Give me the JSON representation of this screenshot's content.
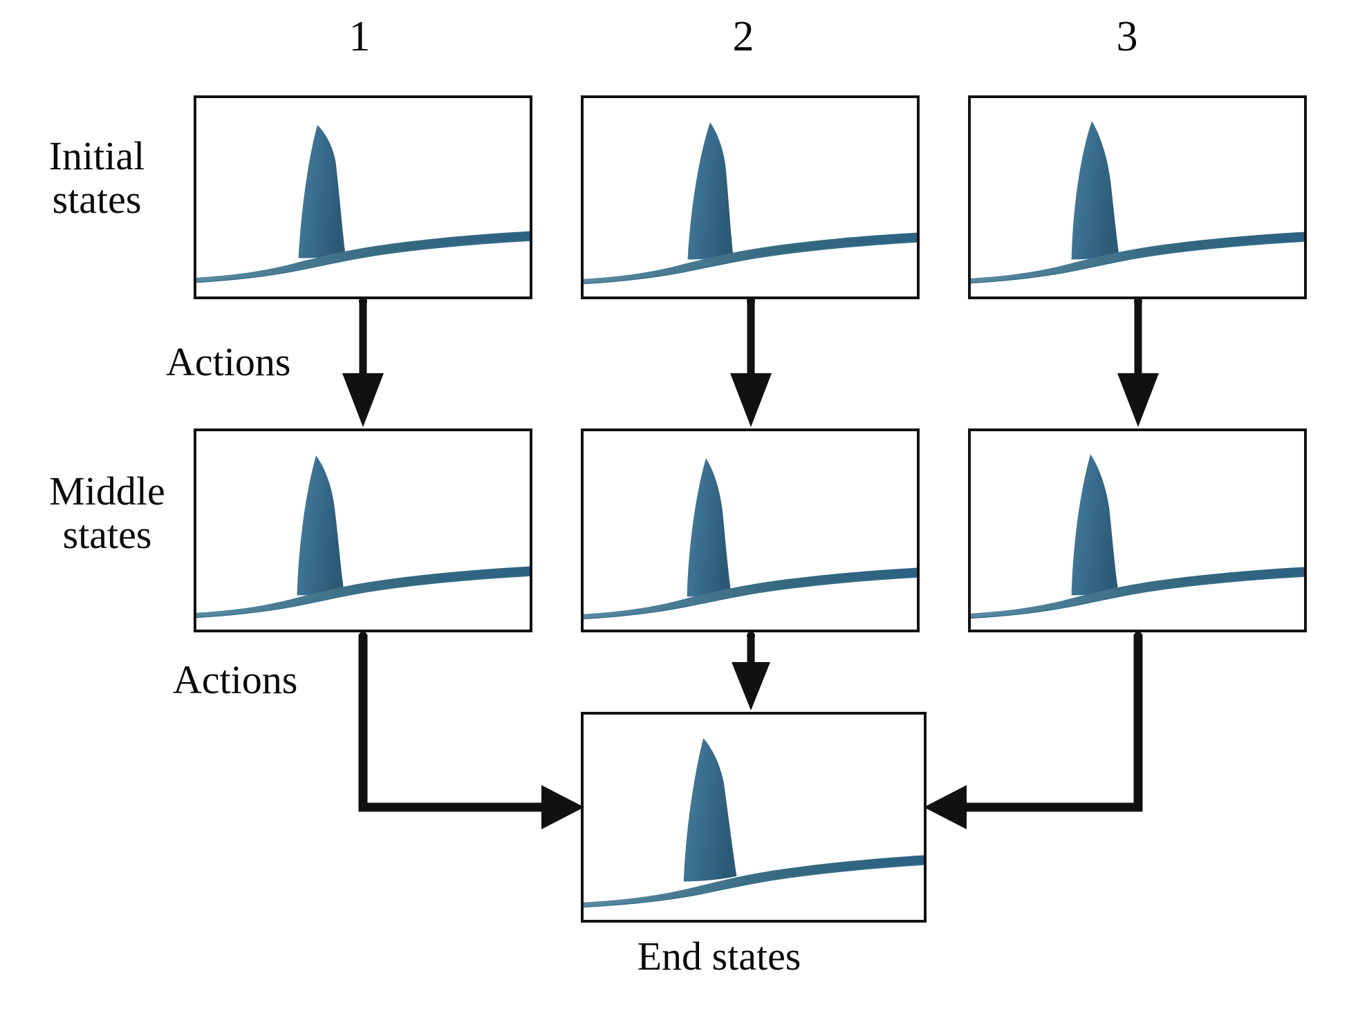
{
  "figure": {
    "type": "flow-diagram",
    "background_color": "#ffffff",
    "line_color": "#111111",
    "wave_color_light": "#4a7f9e",
    "wave_color_dark": "#2c5974",
    "wave_color_mid": "#3a6f92"
  },
  "column_headers": [
    {
      "id": "col-1",
      "label": "1"
    },
    {
      "id": "col-2",
      "label": "2"
    },
    {
      "id": "col-3",
      "label": "3"
    }
  ],
  "row_labels": {
    "initial": "Initial\nstates",
    "middle": "Middle\nstates",
    "end": "End states"
  },
  "action_labels": [
    {
      "id": "actions-initial-to-middle",
      "label": "Actions"
    },
    {
      "id": "actions-middle-to-end",
      "label": "Actions"
    }
  ],
  "panels": {
    "initial": [
      {
        "id": "initial-state-1",
        "column": "1",
        "content": "wave-fin-plot"
      },
      {
        "id": "initial-state-2",
        "column": "2",
        "content": "wave-fin-plot"
      },
      {
        "id": "initial-state-3",
        "column": "3",
        "content": "wave-fin-plot"
      }
    ],
    "middle": [
      {
        "id": "middle-state-1",
        "column": "1",
        "content": "wave-fin-plot"
      },
      {
        "id": "middle-state-2",
        "column": "2",
        "content": "wave-fin-plot"
      },
      {
        "id": "middle-state-3",
        "column": "3",
        "content": "wave-fin-plot"
      }
    ],
    "end": [
      {
        "id": "end-state-1",
        "column": "2",
        "content": "wave-fin-plot"
      }
    ]
  },
  "arrows": [
    {
      "id": "arrow-initial1-to-middle1",
      "kind": "vertical-down",
      "from": "initial-state-1",
      "to": "middle-state-1"
    },
    {
      "id": "arrow-initial2-to-middle2",
      "kind": "vertical-down",
      "from": "initial-state-2",
      "to": "middle-state-2"
    },
    {
      "id": "arrow-initial3-to-middle3",
      "kind": "vertical-down",
      "from": "initial-state-3",
      "to": "middle-state-3"
    },
    {
      "id": "arrow-middle1-to-end",
      "kind": "elbow-right",
      "from": "middle-state-1",
      "to": "end-state-1"
    },
    {
      "id": "arrow-middle2-to-end",
      "kind": "vertical-down",
      "from": "middle-state-2",
      "to": "end-state-1"
    },
    {
      "id": "arrow-middle3-to-end",
      "kind": "elbow-left",
      "from": "middle-state-3",
      "to": "end-state-1"
    }
  ]
}
